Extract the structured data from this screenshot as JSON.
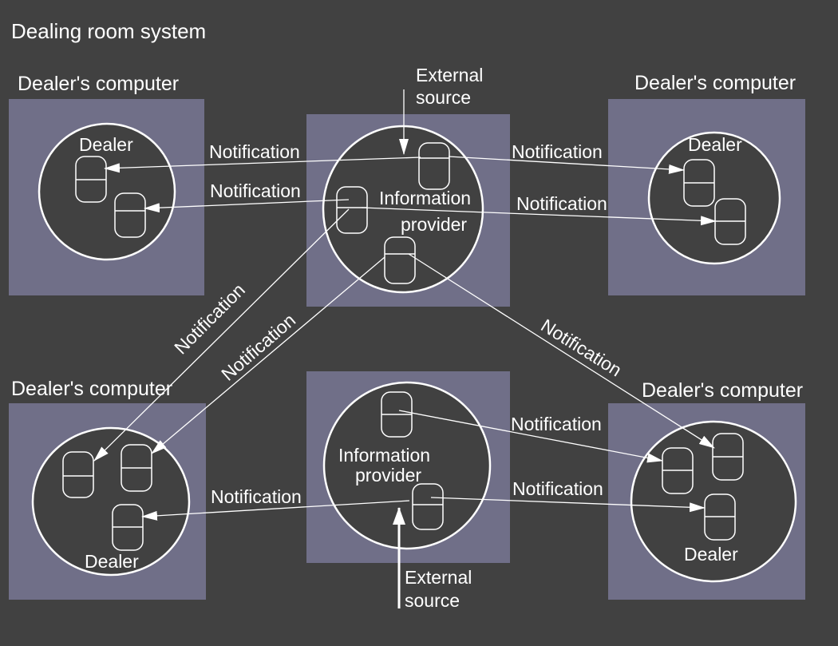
{
  "title": "Dealing room system",
  "computers": [
    {
      "id": "top-left",
      "label": "Dealer's computer",
      "inner_label": "Dealer"
    },
    {
      "id": "top-right",
      "label": "Dealer's computer",
      "inner_label": "Dealer"
    },
    {
      "id": "bottom-left",
      "label": "Dealer's computer",
      "inner_label": "Dealer"
    },
    {
      "id": "bottom-right",
      "label": "Dealer's computer",
      "inner_label": "Dealer"
    }
  ],
  "providers": [
    {
      "id": "top",
      "label_line1": "Information",
      "label_line2": "provider",
      "source_line1": "External",
      "source_line2": "source"
    },
    {
      "id": "bottom",
      "label_line1": "Information",
      "label_line2": "provider",
      "source_line1": "External",
      "source_line2": "source"
    }
  ],
  "notification_label": "Notification",
  "colors": {
    "background": "#414141",
    "box": "#706f88",
    "stroke": "#ffffff"
  }
}
